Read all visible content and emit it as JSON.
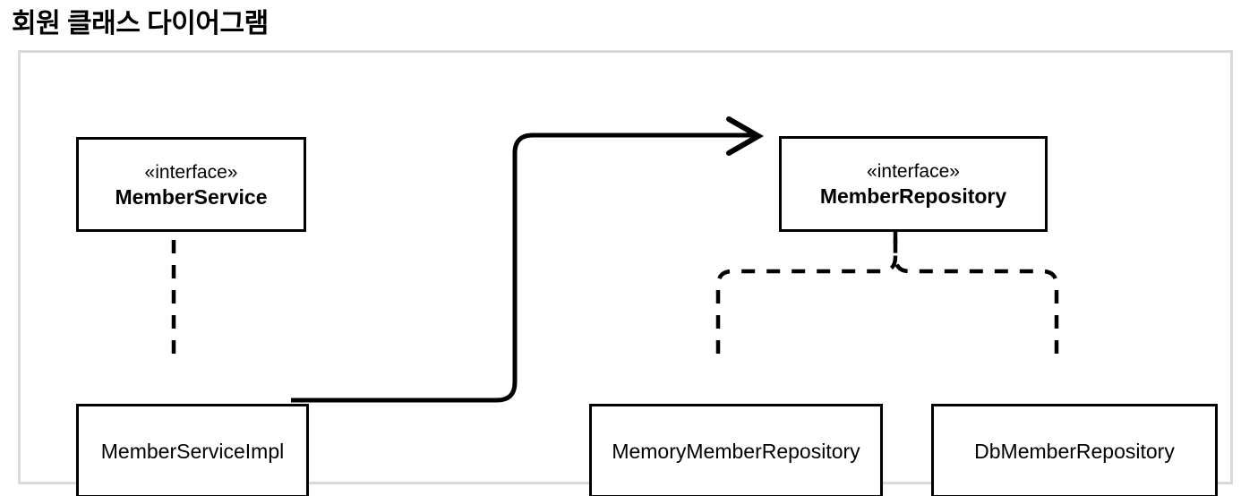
{
  "title": "회원 클래스 다이어그램",
  "diagram": {
    "nodes": [
      {
        "stereotype": "«interface»",
        "name": "MemberService",
        "kind": "interface"
      },
      {
        "stereotype": "«interface»",
        "name": "MemberRepository",
        "kind": "interface"
      },
      {
        "name": "MemberServiceImpl",
        "kind": "class"
      },
      {
        "name": "MemoryMemberRepository",
        "kind": "class"
      },
      {
        "name": "DbMemberRepository",
        "kind": "class"
      }
    ],
    "relationships": [
      {
        "from": "MemberServiceImpl",
        "to": "MemberService",
        "type": "realization",
        "line": "dashed",
        "arrowhead": "hollow-triangle"
      },
      {
        "from": "MemberServiceImpl",
        "to": "MemberRepository",
        "type": "dependency",
        "line": "solid",
        "arrowhead": "open-chevron"
      },
      {
        "from": "MemoryMemberRepository",
        "to": "MemberRepository",
        "type": "realization",
        "line": "dashed",
        "arrowhead": "hollow-triangle"
      },
      {
        "from": "DbMemberRepository",
        "to": "MemberRepository",
        "type": "realization",
        "line": "dashed",
        "arrowhead": "hollow-triangle"
      }
    ],
    "colors": {
      "line": "#000000",
      "box_border": "#000000",
      "box_fill": "#ffffff",
      "container_border": "#d9d9d9",
      "background": "#ffffff",
      "text": "#000000"
    }
  }
}
